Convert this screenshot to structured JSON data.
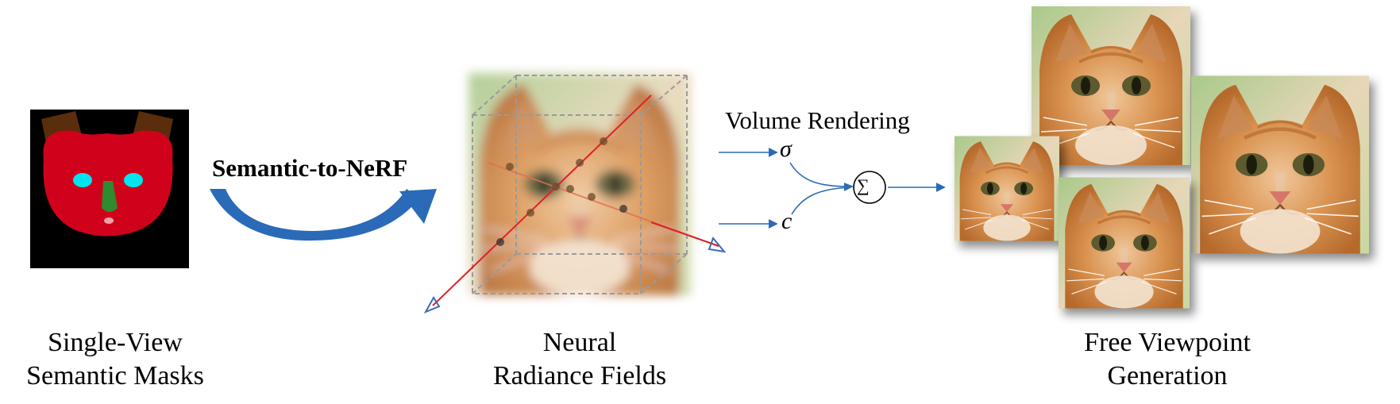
{
  "captions": {
    "masks": [
      "Single-View",
      "Semantic Masks"
    ],
    "nerf": [
      "Neural",
      "Radiance Fields"
    ],
    "free": [
      "Free Viewpoint",
      "Generation"
    ]
  },
  "labels": {
    "semantic_to_nerf": "Semantic-to-NeRF",
    "volume_rendering": "Volume Rendering",
    "sigma": "σ",
    "c": "c",
    "sum": "∑"
  },
  "colors": {
    "mask_background": "#000000",
    "mask_face": "#d0021b",
    "mask_ears": "#5a2d0c",
    "mask_eyes": "#00e5ee",
    "mask_nose": "#2e8b2e",
    "flow_arrow": "#2a6ab8",
    "ray_red": "#e0202a",
    "ray_orange": "#e07050",
    "ray_blue": "#3a6ab8"
  }
}
